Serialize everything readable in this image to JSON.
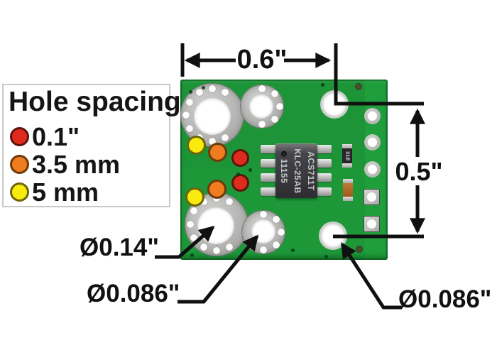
{
  "legend": {
    "title": "Hole spacing",
    "items": [
      {
        "label": "0.1\"",
        "color": "#df2b1d",
        "outline": "#5c140c"
      },
      {
        "label": "3.5 mm",
        "color": "#ef7d1f",
        "outline": "#6e3a0a"
      },
      {
        "label": "5 mm",
        "color": "#f8ec0e",
        "outline": "#6e640a"
      }
    ]
  },
  "dimensions": {
    "width": "0.6\"",
    "height": "0.5\""
  },
  "hole_labels": {
    "large_through_hole": "Ø0.14\"",
    "small_through_hole": "Ø0.086\"",
    "mounting_hole": "Ø0.086\""
  },
  "chip": {
    "line1": "ACS711T",
    "line2": "KLC-25AB",
    "line3": "11155",
    "smd_marking": "31E"
  },
  "colors": {
    "pcb_green": "#1f9e3c",
    "pad_silver": "#b4b4b2",
    "annotation_black": "#101010"
  }
}
